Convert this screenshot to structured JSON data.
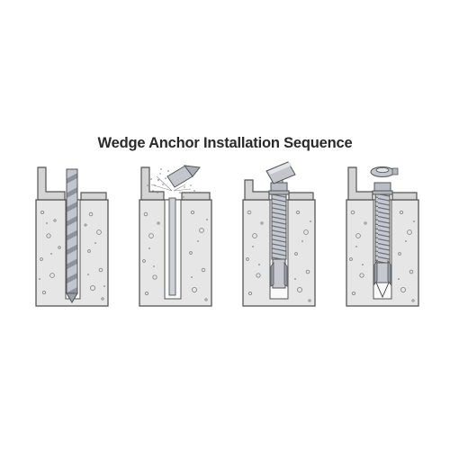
{
  "diagram": {
    "title": "Wedge Anchor Installation Sequence",
    "steps": [
      {
        "id": "drill",
        "icon": "drill-bit-icon"
      },
      {
        "id": "clean",
        "icon": "blower-icon"
      },
      {
        "id": "hammer",
        "icon": "hammer-icon"
      },
      {
        "id": "torque",
        "icon": "wrench-icon"
      }
    ],
    "colors": {
      "concrete": "#e6e6e6",
      "outline": "#555555",
      "fixture": "#d4d4d4",
      "metal": "#b9bec6",
      "metal_dark": "#7c828c",
      "aggregate": "#8a8a8a"
    }
  }
}
